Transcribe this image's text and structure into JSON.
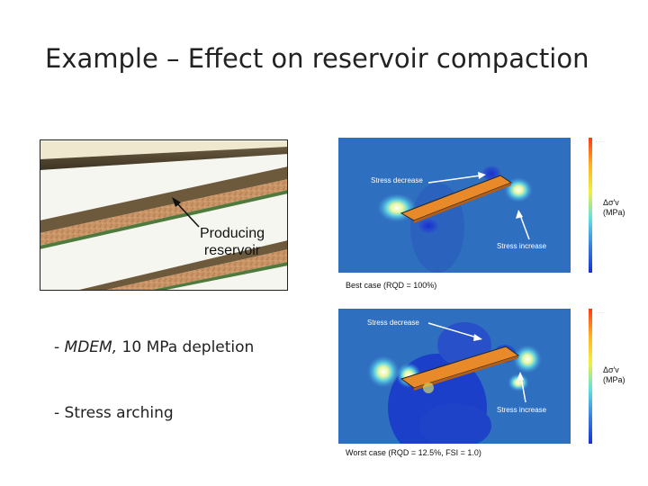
{
  "slide": {
    "title": "Example – Effect on reservoir compaction",
    "producing_label_line1": "Producing",
    "producing_label_line2": "reservoir",
    "bullets": {
      "b1_prefix": "- ",
      "b1_italic": "MDEM,",
      "b1_rest": " 10 MPa depletion",
      "b2": "- Stress arching"
    },
    "top_panel": {
      "stress_decrease": "Stress decrease",
      "stress_increase": "Stress increase",
      "caption": "Best case (RQD = 100%)",
      "unit_line1": "Δσ'v",
      "unit_line2": "(MPa)"
    },
    "bottom_panel": {
      "stress_decrease": "Stress decrease",
      "stress_increase": "Stress increase",
      "caption": "Worst case (RQD = 12.5%, FSI = 1.0)",
      "unit_line1": "Δσ'v",
      "unit_line2": "(MPa)"
    }
  },
  "colors": {
    "field_blue": "#2f6fc0",
    "deep_blue": "#1c3fc9",
    "cyan": "#62d6e8",
    "reservoir_orange": "#e88a2a",
    "arrow_white": "#ffffff"
  }
}
